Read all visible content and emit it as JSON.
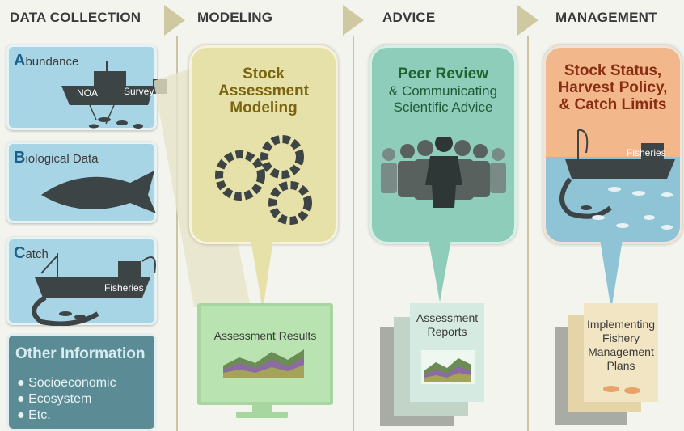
{
  "columns": {
    "data_collection": "DATA COLLECTION",
    "modeling": "MODELING",
    "advice": "ADVICE",
    "management": "MANAGEMENT"
  },
  "data_collection": {
    "abundance": {
      "initial": "A",
      "rest": "bundance",
      "ship_label_1": "NOA",
      "ship_label_2": "Survey"
    },
    "biological": {
      "initial": "B",
      "rest": "iological Data"
    },
    "catch": {
      "initial": "C",
      "rest": "atch",
      "ship_label": "Fisheries"
    },
    "other": {
      "title": "Other Information",
      "items": [
        "Socioeconomic",
        "Ecosystem",
        "Etc."
      ]
    }
  },
  "modeling": {
    "bubble_title": [
      "Stock",
      "Assessment",
      "Modeling"
    ],
    "monitor_label": "Assessment Results"
  },
  "advice": {
    "bubble_title": "Peer Review",
    "bubble_sub": [
      "& Communicating",
      "Scientific Advice"
    ],
    "report_label": [
      "Assessment",
      "Reports"
    ]
  },
  "management": {
    "bubble_title": [
      "Stock Status,",
      "Harvest Policy,",
      "& Catch Limits"
    ],
    "ship_label": "Fisheries",
    "plan_label": [
      "Implementing",
      "Fishery",
      "Management",
      "Plans"
    ]
  },
  "colors": {
    "blue_card": "#a8d5e6",
    "modeling_bubble": "#e6e0a9",
    "advice_bubble": "#8fcdbb",
    "management_top": "#f2b88c",
    "management_water": "#8fc3d6",
    "dark_gray": "#3d4446"
  }
}
